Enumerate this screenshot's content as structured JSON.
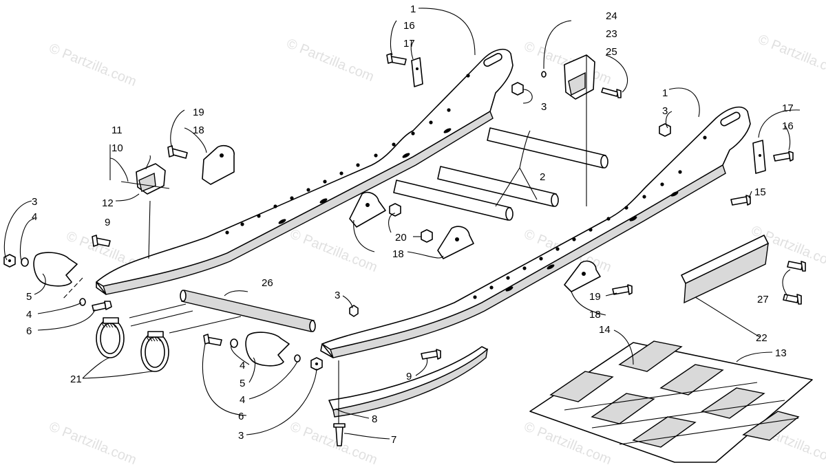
{
  "watermark": "© Partzilla.com",
  "callouts": [
    {
      "id": "c1a",
      "text": "1"
    },
    {
      "id": "c1b",
      "text": "1"
    },
    {
      "id": "c2",
      "text": "2"
    },
    {
      "id": "c3a",
      "text": "3"
    },
    {
      "id": "c3b",
      "text": "3"
    },
    {
      "id": "c3c",
      "text": "3"
    },
    {
      "id": "c3d",
      "text": "3"
    },
    {
      "id": "c3e",
      "text": "3"
    },
    {
      "id": "c4a",
      "text": "4"
    },
    {
      "id": "c4b",
      "text": "4"
    },
    {
      "id": "c4c",
      "text": "4"
    },
    {
      "id": "c4d",
      "text": "4"
    },
    {
      "id": "c5a",
      "text": "5"
    },
    {
      "id": "c5b",
      "text": "5"
    },
    {
      "id": "c6a",
      "text": "6"
    },
    {
      "id": "c6b",
      "text": "6"
    },
    {
      "id": "c7",
      "text": "7"
    },
    {
      "id": "c8",
      "text": "8"
    },
    {
      "id": "c9a",
      "text": "9"
    },
    {
      "id": "c9b",
      "text": "9"
    },
    {
      "id": "c10",
      "text": "10"
    },
    {
      "id": "c11",
      "text": "11"
    },
    {
      "id": "c12",
      "text": "12"
    },
    {
      "id": "c13",
      "text": "13"
    },
    {
      "id": "c14",
      "text": "14"
    },
    {
      "id": "c15",
      "text": "15"
    },
    {
      "id": "c16a",
      "text": "16"
    },
    {
      "id": "c16b",
      "text": "16"
    },
    {
      "id": "c17a",
      "text": "17"
    },
    {
      "id": "c17b",
      "text": "17"
    },
    {
      "id": "c18a",
      "text": "18"
    },
    {
      "id": "c18b",
      "text": "18"
    },
    {
      "id": "c18c",
      "text": "18"
    },
    {
      "id": "c19a",
      "text": "19"
    },
    {
      "id": "c19b",
      "text": "19"
    },
    {
      "id": "c20",
      "text": "20"
    },
    {
      "id": "c21",
      "text": "21"
    },
    {
      "id": "c22",
      "text": "22"
    },
    {
      "id": "c23",
      "text": "23"
    },
    {
      "id": "c24",
      "text": "24"
    },
    {
      "id": "c25",
      "text": "25"
    },
    {
      "id": "c26",
      "text": "26"
    },
    {
      "id": "c27",
      "text": "27"
    }
  ]
}
